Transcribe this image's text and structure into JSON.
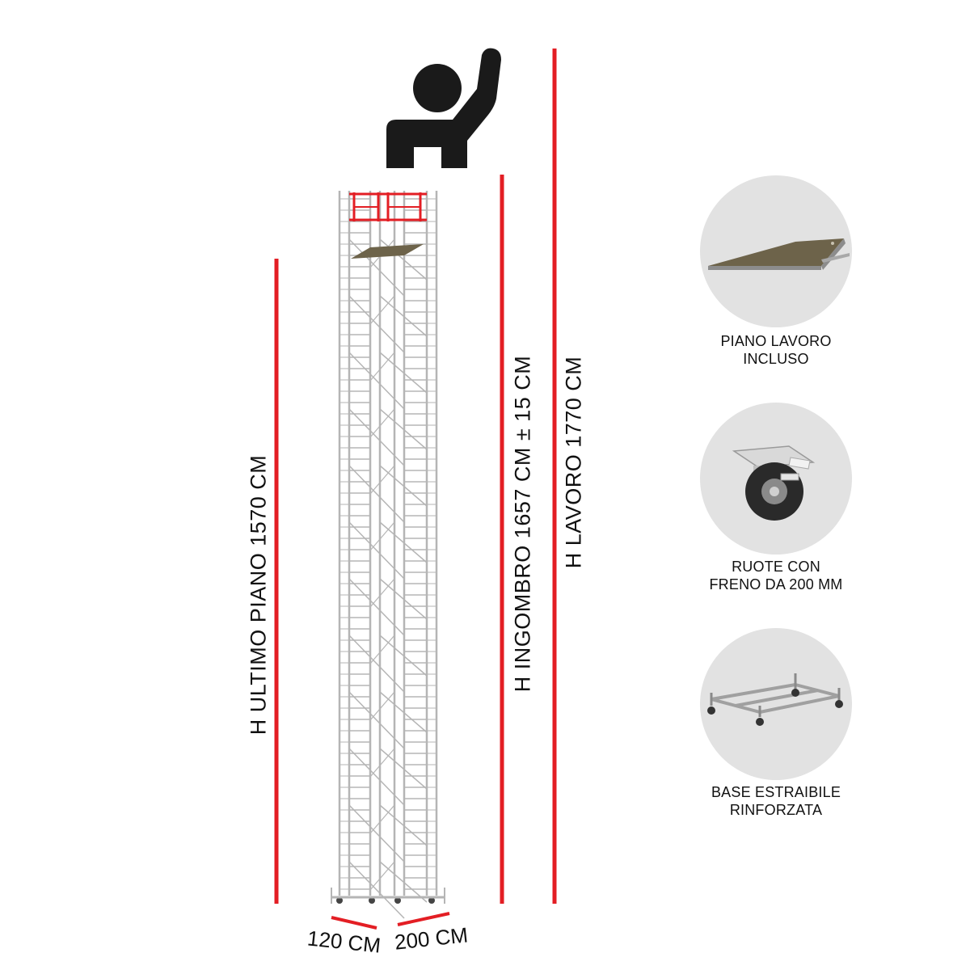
{
  "colors": {
    "dimension_line": "#e31e24",
    "frame_red": "#e31e24",
    "frame": "#b5b5b5",
    "person": "#1a1a1a",
    "feature_bg": "#e2e2e2",
    "platform": "#6d634a"
  },
  "icons": {
    "person": "person-raising-hand-icon"
  },
  "labels": {
    "h_ultimo_piano": "H  ULTIMO PIANO  1570 CM",
    "h_ingombro": "H INGOMBRO 1657  CM ± 15 CM",
    "h_lavoro": "H  LAVORO  1770 CM",
    "width_short": "120 CM",
    "width_long": "200 CM"
  },
  "features": [
    {
      "caption_line1": "PIANO LAVORO",
      "caption_line2": "INCLUSO",
      "icon": "work-platform-icon"
    },
    {
      "caption_line1": "RUOTE CON",
      "caption_line2": "FRENO DA 200 MM",
      "icon": "caster-wheel-brake-icon"
    },
    {
      "caption_line1": "BASE ESTRAIBILE",
      "caption_line2": "RINFORZATA",
      "icon": "extractable-base-icon"
    }
  ]
}
